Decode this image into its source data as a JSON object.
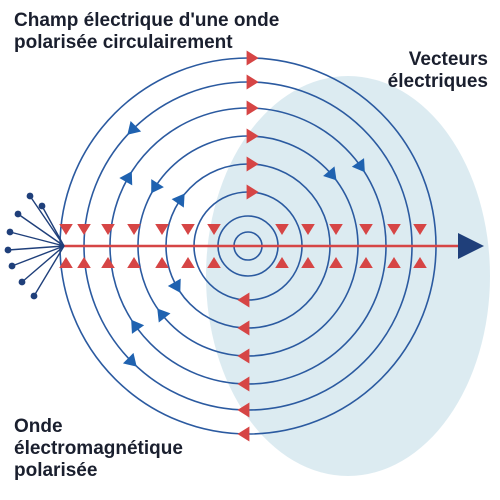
{
  "title": {
    "line1": "Champ électrique d'une onde",
    "line2": "polarisée circulairement"
  },
  "vectors_label": {
    "line1": "Vecteurs",
    "line2": "électriques"
  },
  "wave_label": {
    "line1": "Onde",
    "line2": "électromagnétique",
    "line3": "polarisée"
  },
  "colors": {
    "circle": "#2b5aa0",
    "red_arrow": "#d64545",
    "blue_arrow": "#1f62b0",
    "axis": "#1f3f7a",
    "background_disk": "#d6e7ef",
    "text": "#1a1f2e"
  }
}
